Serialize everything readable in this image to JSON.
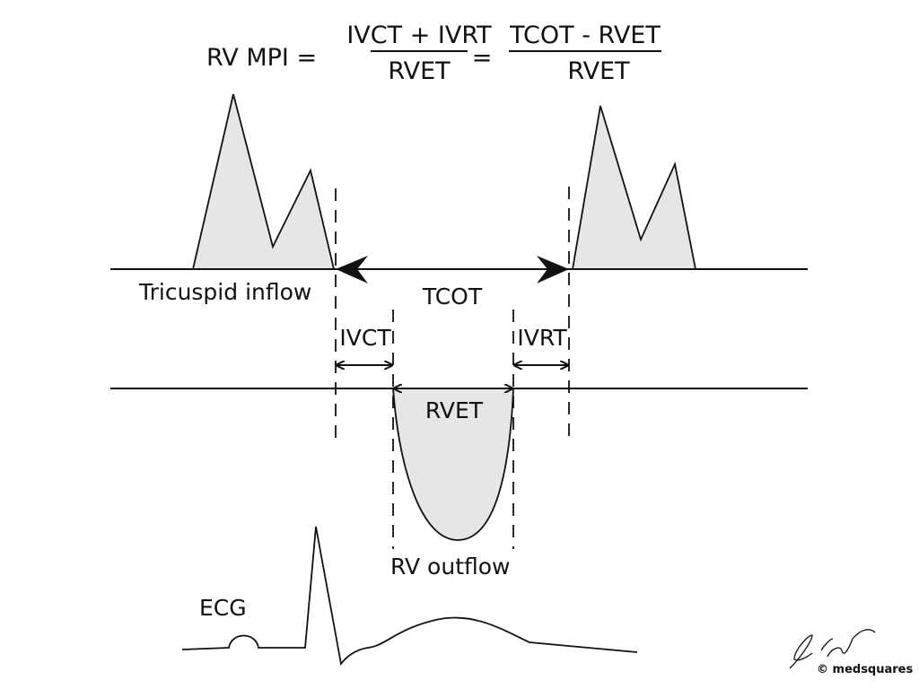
{
  "formula": {
    "lhs": "RV MPI =",
    "frac1_num": "IVCT + IVRT",
    "frac1_den": "RVET",
    "equals": "=",
    "frac2_num": "TCOT - RVET",
    "frac2_den": "RVET"
  },
  "labels": {
    "tricuspid": "Tricuspid inflow",
    "tcot": "TCOT",
    "ivct": "IVCT",
    "ivrt": "IVRT",
    "rvet": "RVET",
    "rv_outflow": "RV outflow",
    "ecg": "ECG"
  },
  "logo": {
    "text": "© medsquares"
  },
  "colors": {
    "fill": "#e6e6e8",
    "stroke": "#111111"
  }
}
